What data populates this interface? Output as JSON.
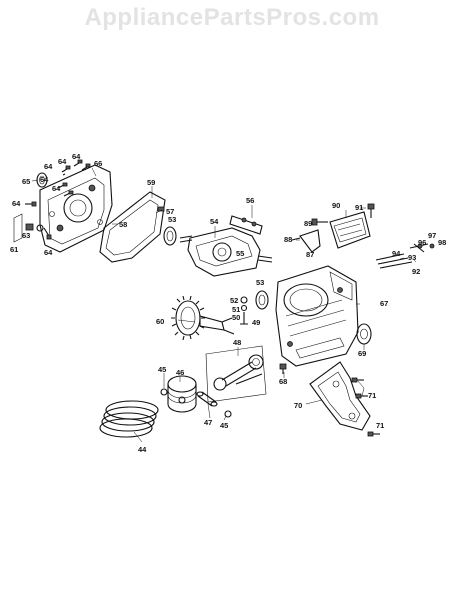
{
  "watermark": "AppliancePartsPros.com",
  "callouts": [
    {
      "id": "c65",
      "text": "65"
    },
    {
      "id": "c64a",
      "text": "64"
    },
    {
      "id": "c64b",
      "text": "64"
    },
    {
      "id": "c64c",
      "text": "64"
    },
    {
      "id": "c64d",
      "text": "64"
    },
    {
      "id": "c64e",
      "text": "64"
    },
    {
      "id": "c64f",
      "text": "64"
    },
    {
      "id": "c64g",
      "text": "64"
    },
    {
      "id": "c66",
      "text": "66"
    },
    {
      "id": "c63",
      "text": "63"
    },
    {
      "id": "c61",
      "text": "61"
    },
    {
      "id": "c59",
      "text": "59"
    },
    {
      "id": "c57",
      "text": "57"
    },
    {
      "id": "c53a",
      "text": "53"
    },
    {
      "id": "c58",
      "text": "58"
    },
    {
      "id": "c54",
      "text": "54"
    },
    {
      "id": "c56",
      "text": "56"
    },
    {
      "id": "c55",
      "text": "55"
    },
    {
      "id": "c53b",
      "text": "53"
    },
    {
      "id": "c90",
      "text": "90"
    },
    {
      "id": "c91",
      "text": "91"
    },
    {
      "id": "c89",
      "text": "89"
    },
    {
      "id": "c88",
      "text": "88"
    },
    {
      "id": "c87",
      "text": "87"
    },
    {
      "id": "c94",
      "text": "94"
    },
    {
      "id": "c97",
      "text": "97"
    },
    {
      "id": "c96",
      "text": "96"
    },
    {
      "id": "c98",
      "text": "98"
    },
    {
      "id": "c93",
      "text": "93"
    },
    {
      "id": "c92",
      "text": "92"
    },
    {
      "id": "c67",
      "text": "67"
    },
    {
      "id": "c52",
      "text": "52"
    },
    {
      "id": "c51",
      "text": "51"
    },
    {
      "id": "c50",
      "text": "50"
    },
    {
      "id": "c49",
      "text": "49"
    },
    {
      "id": "c60",
      "text": "60"
    },
    {
      "id": "c69",
      "text": "69"
    },
    {
      "id": "c48",
      "text": "48"
    },
    {
      "id": "c68",
      "text": "68"
    },
    {
      "id": "c45a",
      "text": "45"
    },
    {
      "id": "c46",
      "text": "46"
    },
    {
      "id": "c71a",
      "text": "71"
    },
    {
      "id": "c70",
      "text": "70"
    },
    {
      "id": "c47",
      "text": "47"
    },
    {
      "id": "c45b",
      "text": "45"
    },
    {
      "id": "c71b",
      "text": "71"
    },
    {
      "id": "c44",
      "text": "44"
    }
  ]
}
